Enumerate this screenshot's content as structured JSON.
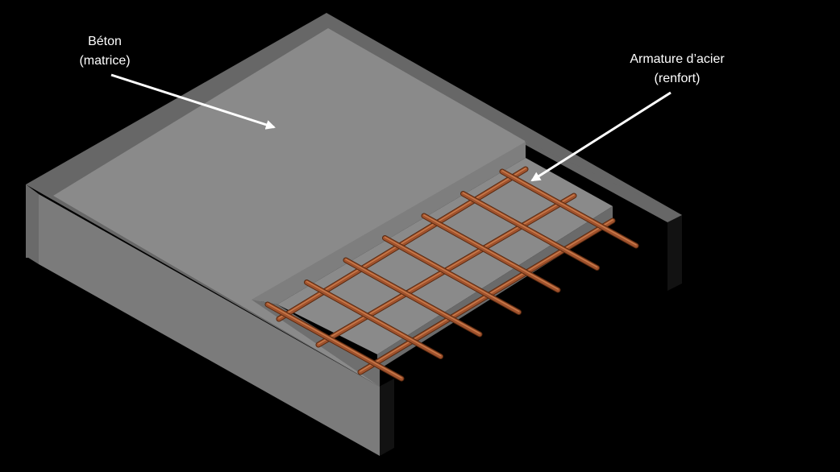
{
  "labels": {
    "concrete": {
      "line1": "Béton",
      "line2": "(matrice)"
    },
    "steel": {
      "line1": "Armature d’acier",
      "line2": "(renfort)"
    }
  },
  "colors": {
    "background": "#000000",
    "concrete_top": "#8a8a8a",
    "concrete_rim": "#676767",
    "concrete_front": "#7b7b7b",
    "concrete_side": "#121212",
    "rebar": "#a0522d",
    "rebar_highlight": "#c97a4a",
    "arrow": "#ffffff",
    "text": "#ffffff"
  },
  "rebar": {
    "longitudinal_count": 3,
    "transverse_count": 7
  }
}
